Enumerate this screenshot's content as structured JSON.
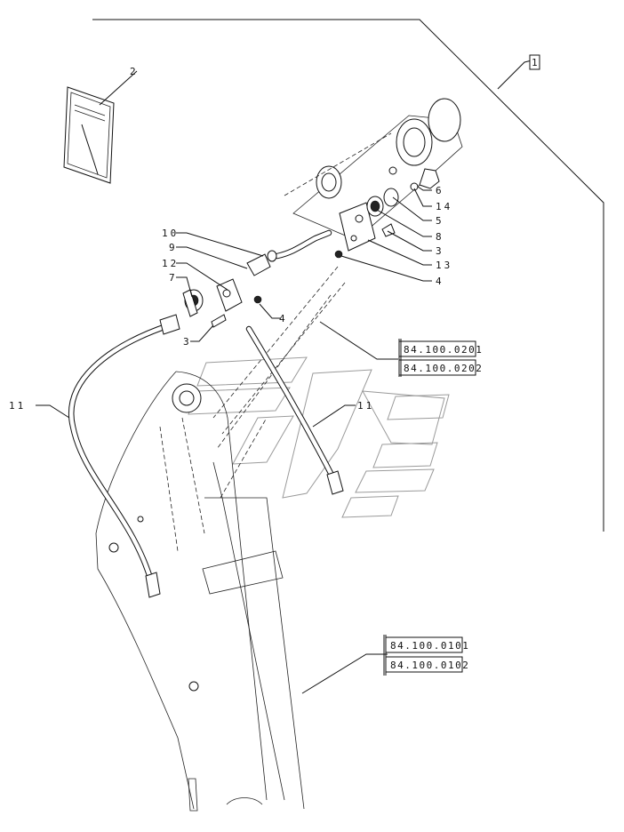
{
  "callouts": {
    "c1": "1",
    "c2": "2",
    "c3a": "3",
    "c3b": "3",
    "c4a": "4",
    "c4b": "4",
    "c5": "5",
    "c6": "6",
    "c7": "7",
    "c8": "8",
    "c9": "9",
    "c10": "10",
    "c11a": "11",
    "c11b": "11",
    "c12": "12",
    "c13": "13",
    "c14": "14"
  },
  "references": {
    "r1": "84.100.0201",
    "r2": "84.100.0202",
    "r3": "84.100.0101",
    "r4": "84.100.0102"
  }
}
